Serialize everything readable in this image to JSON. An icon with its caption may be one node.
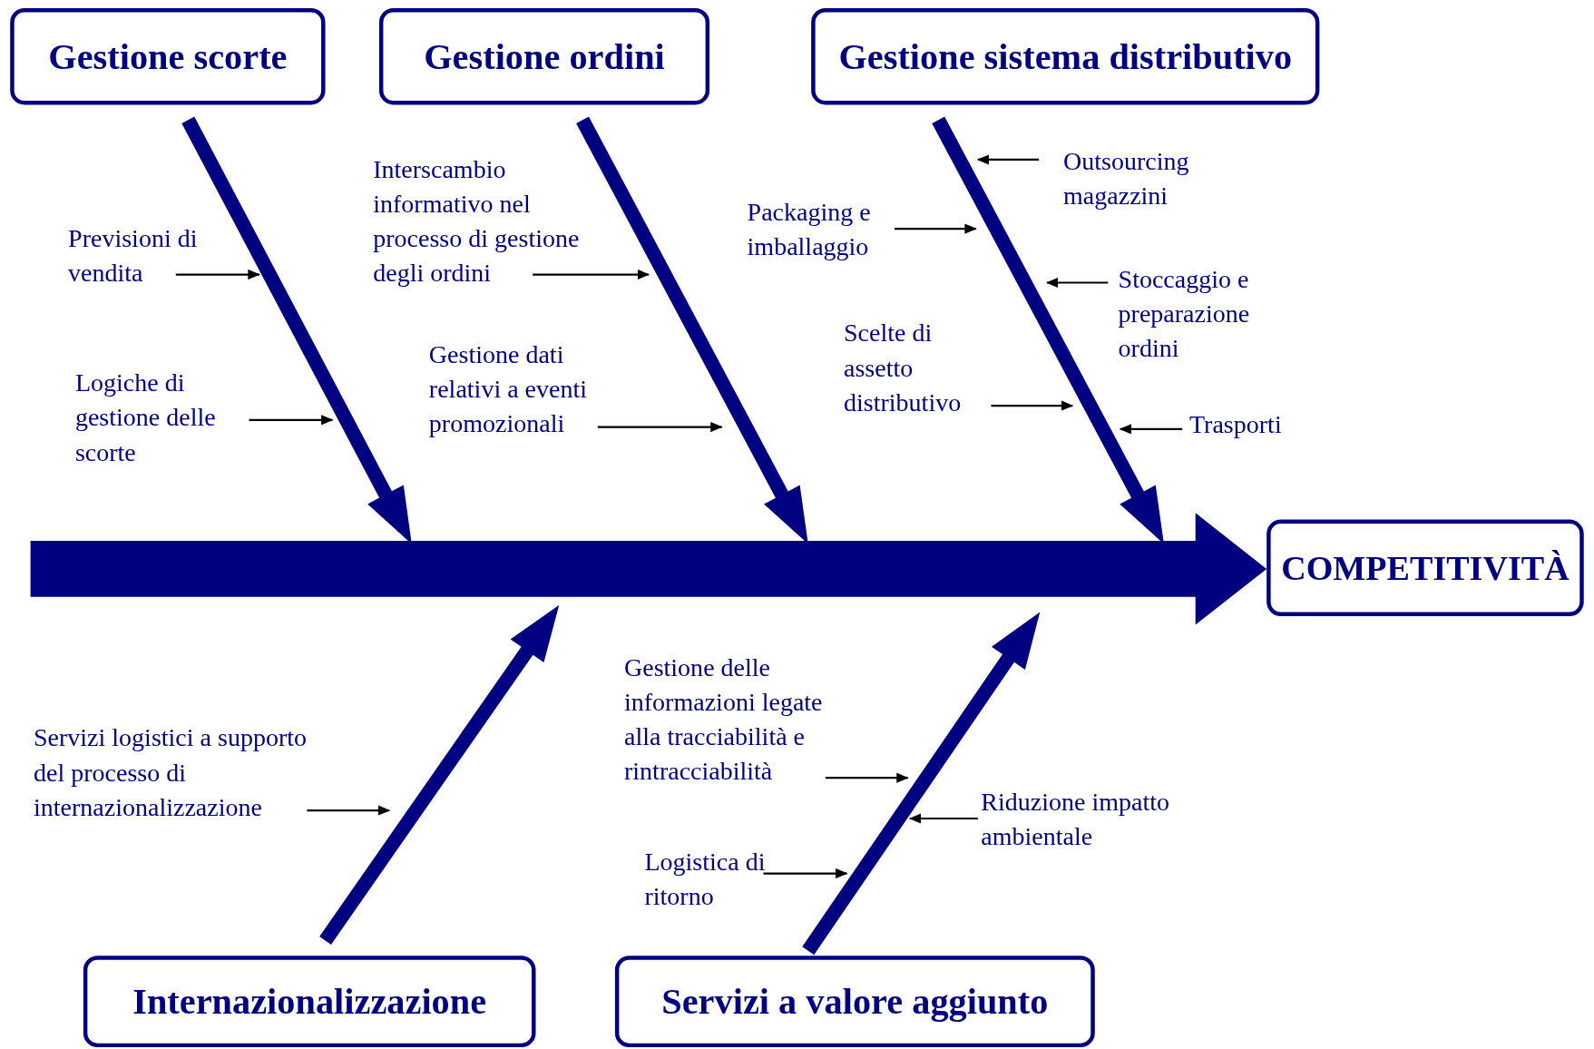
{
  "diagram": {
    "nodes": [
      {
        "text": [
          "Gestione scorte"
        ]
      },
      {
        "text": [
          "Gestione ordini"
        ]
      },
      {
        "text": [
          "Gestione sistema distributivo"
        ]
      },
      {
        "text": [
          "Previsioni di vendita"
        ]
      },
      {
        "text": [
          "Logiche di gestione delle scorte"
        ]
      },
      {
        "text": [
          "Interscambio informativo nel processo di gestione degli ordini"
        ]
      },
      {
        "text": [
          "Gestione dati relativi a eventi promozionali"
        ]
      },
      {
        "text": [
          "Outsourcing magazzini"
        ]
      },
      {
        "text": [
          "Packaging e imballaggio"
        ]
      },
      {
        "text": [
          "Stoccaggio e preparazione ordini"
        ]
      },
      {
        "text": [
          "Scelte di assetto distributivo"
        ]
      },
      {
        "text": [
          "Trasporti"
        ]
      },
      {
        "text": [
          "COMPETITIVITÀ"
        ]
      },
      {
        "text": [
          "Servizi logistici a supporto del processo di internazionalizzazione"
        ]
      },
      {
        "text": [
          "Gestione delle informazioni legate alla tracciabilità e rintracciabilità"
        ]
      },
      {
        "text": [
          "Riduzione impatto ambientale"
        ]
      },
      {
        "text": [
          "Logistica di ritorno"
        ]
      },
      {
        "text": [
          "Internazionalizzazione"
        ]
      },
      {
        "text": [
          "Servizi a valore aggiunto"
        ]
      }
    ],
    "edges": [
      {
        "from": null,
        "to": 12,
        "arrow": "to",
        "style": "thick"
      },
      {
        "from": 0,
        "to": null,
        "arrow": "to",
        "style": "thick"
      },
      {
        "from": 1,
        "to": null,
        "arrow": "to",
        "style": "thick"
      },
      {
        "from": 2,
        "to": null,
        "arrow": "to",
        "style": "thick"
      },
      {
        "from": 17,
        "to": null,
        "arrow": "to",
        "style": "thick"
      },
      {
        "from": 18,
        "to": null,
        "arrow": "to",
        "style": "thick"
      },
      {
        "from": 3,
        "to": null,
        "arrow": "to"
      },
      {
        "from": 4,
        "to": null,
        "arrow": "to"
      },
      {
        "from": 5,
        "to": null,
        "arrow": "to"
      },
      {
        "from": 6,
        "to": null,
        "arrow": "to"
      },
      {
        "from": 7,
        "to": null,
        "arrow": "to"
      },
      {
        "from": 8,
        "to": null,
        "arrow": "to"
      },
      {
        "from": 9,
        "to": null,
        "arrow": "to"
      },
      {
        "from": 10,
        "to": null,
        "arrow": "to"
      },
      {
        "from": 11,
        "to": null,
        "arrow": "to"
      },
      {
        "from": 13,
        "to": null,
        "arrow": "to"
      },
      {
        "from": 14,
        "to": null,
        "arrow": "to"
      },
      {
        "from": 15,
        "to": null,
        "arrow": "to"
      },
      {
        "from": 16,
        "to": null,
        "arrow": "to"
      }
    ]
  }
}
